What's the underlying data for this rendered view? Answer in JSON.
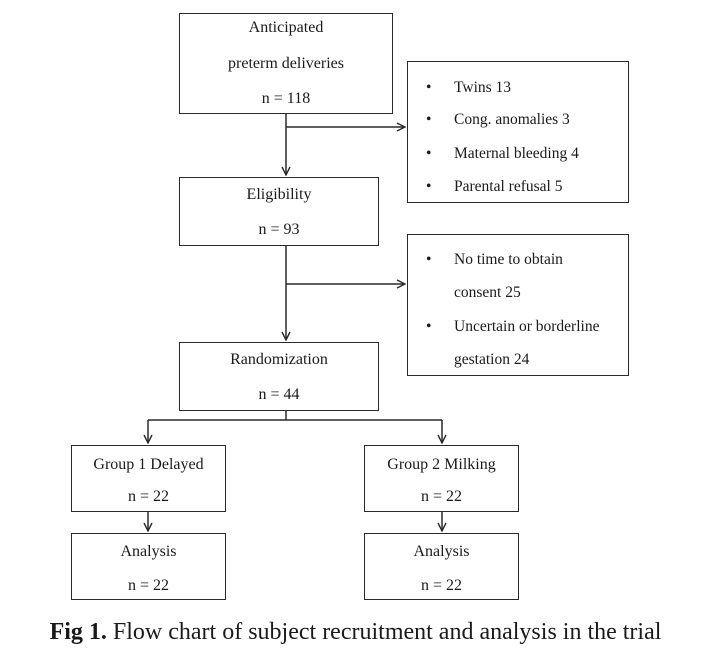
{
  "boxes": {
    "anticipated": {
      "line1": "Anticipated",
      "line2": "preterm deliveries",
      "count": "n = 118"
    },
    "eligibility": {
      "label": "Eligibility",
      "count": "n = 93"
    },
    "randomization": {
      "label": "Randomization",
      "count": "n = 44"
    },
    "group1": {
      "label": "Group 1 Delayed",
      "count": "n = 22"
    },
    "group2": {
      "label": "Group 2 Milking",
      "count": "n = 22"
    },
    "analysis1": {
      "label": "Analysis",
      "count": "n = 22"
    },
    "analysis2": {
      "label": "Analysis",
      "count": "n = 22"
    }
  },
  "exclusions1": {
    "bullet": "•",
    "items": [
      "Twins 13",
      "Cong. anomalies 3",
      "Maternal bleeding 4",
      "Parental refusal 5"
    ]
  },
  "exclusions2": {
    "bullet": "•",
    "items": [
      "No time to obtain",
      "consent 25",
      "Uncertain or borderline",
      "gestation 24"
    ]
  },
  "caption": {
    "label": "Fig 1.",
    "text": " Flow chart of subject recruitment and analysis in the trial"
  }
}
